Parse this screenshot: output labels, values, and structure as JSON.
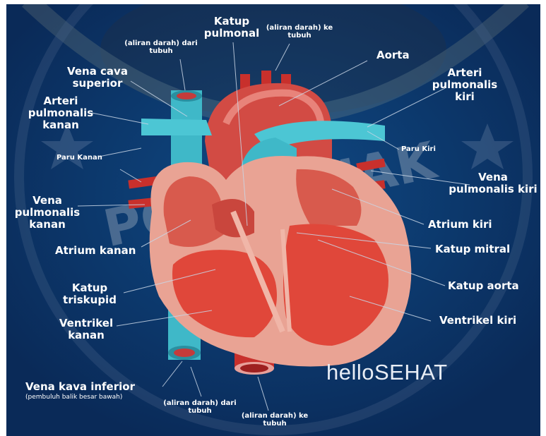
{
  "labels": {
    "katup_pulmonal": "Katup pulmonal",
    "aliran_ke_tubuh_top": "(aliran darah) ke tubuh",
    "aliran_dari_tubuh_top": "(aliran darah) dari tubuh",
    "aorta": "Aorta",
    "vena_cava_superior": "Vena cava superior",
    "arteri_pulmonalis_kiri": "Arteri pulmonalis kiri",
    "arteri_pulmonalis_kanan": "Arteri pulmonalis kanan",
    "paru_kanan": "Paru Kanan",
    "paru_kiri": "Paru Kiri",
    "vena_pulmonalis_kiri": "Vena pulmonalis kiri",
    "vena_pulmonalis_kanan": "Vena pulmonalis kanan",
    "atrium_kiri": "Atrium kiri",
    "atrium_kanan": "Atrium kanan",
    "katup_mitral": "Katup mitral",
    "katup_aorta": "Katup aorta",
    "katup_triskupid": "Katup triskupid",
    "ventrikel_kiri": "Ventrikel kiri",
    "ventrikel_kanan": "Ventrikel kanan",
    "vena_kava_inferior": "Vena kava inferior",
    "pembuluh_balik": "(pembuluh balik besar bawah)",
    "aliran_dari_tubuh_bottom": "(aliran darah) dari tubuh",
    "aliran_ke_tubuh_bottom": "(aliran darah) ke tubuh"
  },
  "brand": "helloSEHAT",
  "watermark": "PONTIANAK",
  "colors": {
    "background": "#0b2f5f",
    "vein": "#3fb8c8",
    "heart": "#e46a5f",
    "muscle": "#d94a3c",
    "label": "#ffffff"
  }
}
